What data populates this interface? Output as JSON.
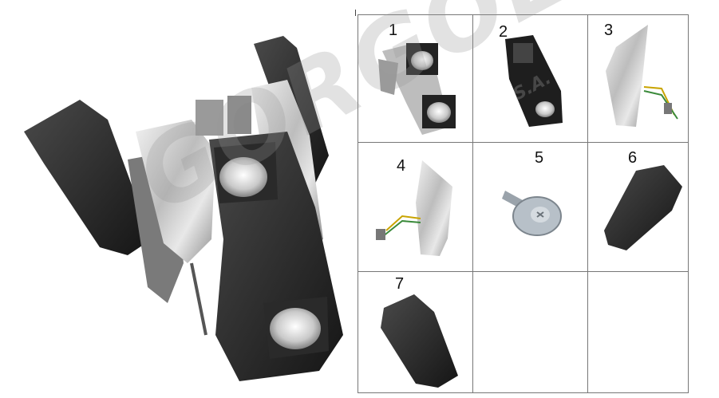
{
  "watermark": {
    "text": "GORGOLIS",
    "suffix": "S.A."
  },
  "parts": [
    {
      "number": "1"
    },
    {
      "number": "2"
    },
    {
      "number": "3"
    },
    {
      "number": "4"
    },
    {
      "number": "5"
    },
    {
      "number": "6"
    },
    {
      "number": "7"
    }
  ]
}
